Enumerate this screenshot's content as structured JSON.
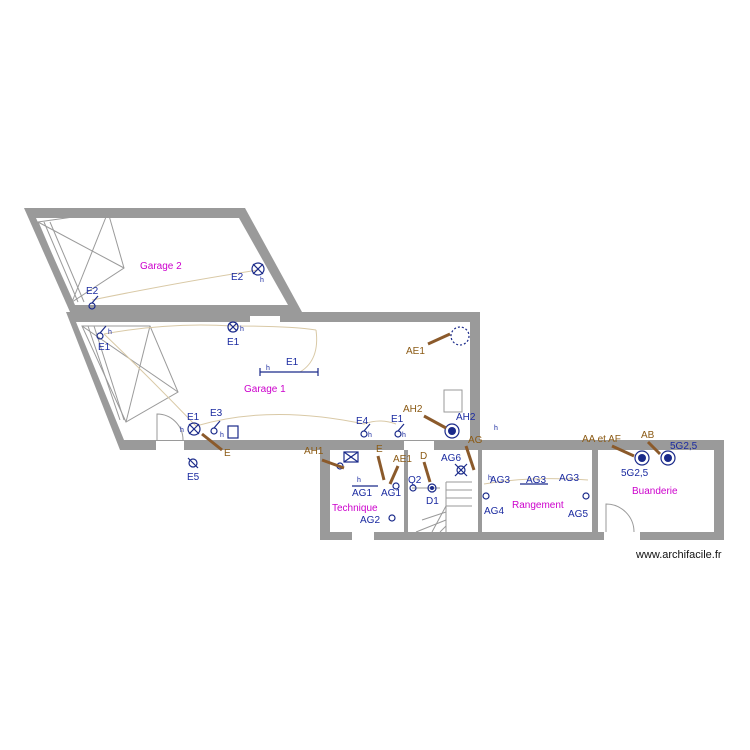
{
  "rooms": {
    "garage2": "Garage 2",
    "garage1": "Garage 1",
    "technique": "Technique",
    "rangement": "Rangement",
    "buanderie": "Buanderie"
  },
  "labels": {
    "e2_a": "E2",
    "e2_b": "E2",
    "e1_a": "E1",
    "e1_b": "E1",
    "e1_c": "E1",
    "e1_d": "E1",
    "e1_e": "E1",
    "e3": "E3",
    "e4": "E4",
    "e5": "E5",
    "ag1_a": "AG1",
    "ag1_b": "AG1",
    "ag2": "AG2",
    "ag3_a": "AG3",
    "ag3_b": "AG3",
    "ag3_c": "AG3",
    "ag4": "AG4",
    "ag5": "AG5",
    "ag6": "AG6",
    "q2": "Q2",
    "d1": "D1",
    "ah2": "AH2",
    "sg25_a": "5G2,5",
    "sg25_b": "5G2,5"
  },
  "circuits": {
    "ae1_a": "AE1",
    "ae1_b": "AE1",
    "ah2": "AH2",
    "ah1": "AH1",
    "e_a": "E",
    "e_b": "E",
    "d": "D",
    "ag": "AG",
    "aa_af": "AA et AF",
    "ab": "AB"
  },
  "h_mark": "h",
  "watermark": "www.archifacile.fr",
  "colors": {
    "wall": "#9a9a9a",
    "room_label": "#cc00cc",
    "device": "#1a2aa0",
    "circuit_arrow": "#8b5a2b"
  }
}
